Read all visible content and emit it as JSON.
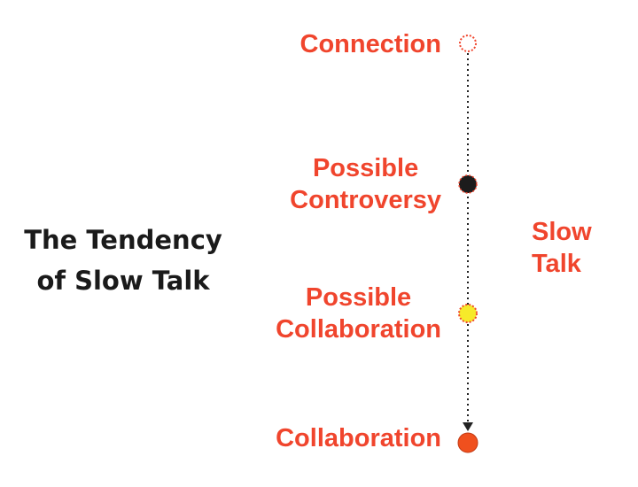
{
  "title_lines": [
    "The Tendency",
    "of Slow Talk"
  ],
  "side_label_lines": [
    "Slow",
    "Talk"
  ],
  "stages": [
    {
      "lines": [
        "Connection"
      ],
      "marker": "open-dotted-circle",
      "fill": "#ffffff"
    },
    {
      "lines": [
        "Possible",
        "Controversy"
      ],
      "marker": "dark-circle",
      "fill": "#1c1c1c"
    },
    {
      "lines": [
        "Possible",
        "Collaboration"
      ],
      "marker": "yellow-circle",
      "fill": "#f6ea2a"
    },
    {
      "lines": [
        "Collaboration"
      ],
      "marker": "solid-circle",
      "fill": "#f0501e"
    }
  ],
  "colors": {
    "accent": "#f0452d",
    "title": "#1a1a1a",
    "line": "#222222"
  }
}
